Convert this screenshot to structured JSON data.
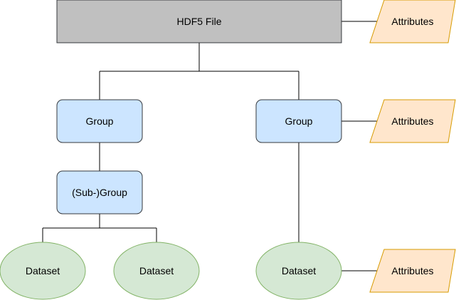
{
  "root": {
    "label": "HDF5 File",
    "fill": "#c0c0c0",
    "stroke": "#36393d"
  },
  "root_attributes": {
    "label": "Attributes"
  },
  "group_left": {
    "label": "Group"
  },
  "group_right": {
    "label": "Group"
  },
  "group_right_attributes": {
    "label": "Attributes"
  },
  "subgroup": {
    "label": "(Sub-)Group"
  },
  "dataset_left_a": {
    "label": "Dataset"
  },
  "dataset_left_b": {
    "label": "Dataset"
  },
  "dataset_right": {
    "label": "Dataset"
  },
  "dataset_right_attributes": {
    "label": "Attributes"
  },
  "colors": {
    "group_fill": "#cce5ff",
    "group_stroke": "#36393d",
    "dataset_fill": "#d5e8d4",
    "dataset_stroke": "#82b366",
    "attributes_fill": "#ffe6cc",
    "attributes_stroke": "#d79b00",
    "edge": "#000000"
  }
}
